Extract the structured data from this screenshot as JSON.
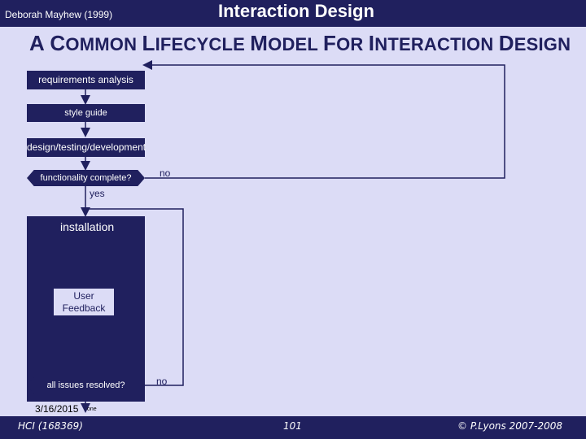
{
  "header": {
    "author": "Deborah Mayhew (1999)",
    "course_title": "Interaction Design"
  },
  "slide": {
    "title": "A Common Lifecycle Model For Interaction Design"
  },
  "diagram": {
    "requirements": "requirements analysis",
    "style_guide": "style guide",
    "design": "design/testing/development",
    "decision1": "functionality complete?",
    "decision1_no": "no",
    "decision1_yes": "yes",
    "installation": "installation",
    "feedback_line1": "User",
    "feedback_line2": "Feedback",
    "decision2": "all issues resolved?",
    "decision2_no": "no"
  },
  "footer": {
    "date": "3/16/2015",
    "date_tag": "one",
    "course": "HCI (168369)",
    "page": "101",
    "copyright": "© P.Lyons 2007-2008"
  },
  "colors": {
    "navy": "#20205e",
    "background": "#dcdcf6"
  }
}
